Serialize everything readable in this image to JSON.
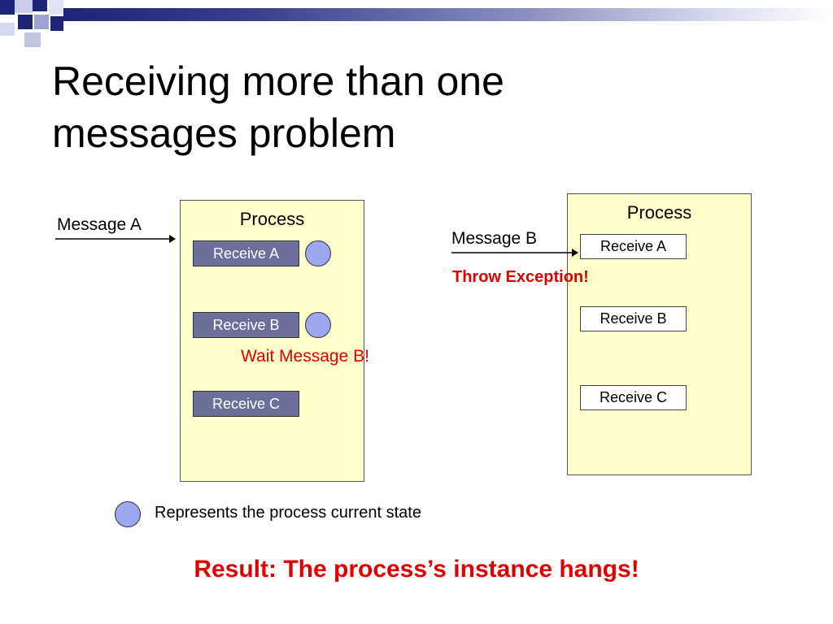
{
  "slide": {
    "title_line1": "Receiving more than one",
    "title_line2": "messages problem"
  },
  "left_diagram": {
    "process_title": "Process",
    "incoming_message": "Message A",
    "receives": [
      "Receive A",
      "Receive B",
      "Receive C"
    ],
    "wait_note": "Wait Message B!"
  },
  "right_diagram": {
    "process_title": "Process",
    "incoming_message": "Message B",
    "receives": [
      "Receive A",
      "Receive B",
      "Receive C"
    ],
    "exception_note": "Throw Exception!"
  },
  "legend": {
    "text": "Represents the process current state"
  },
  "result": {
    "text": "Result: The process’s instance hangs!"
  },
  "colors": {
    "panel_fill": "#ffffcc",
    "state_circle": "#9ea6f0",
    "receive_active_fill": "#6b6f99",
    "alert_red": "#e00000",
    "bar_dark": "#1e2478"
  }
}
